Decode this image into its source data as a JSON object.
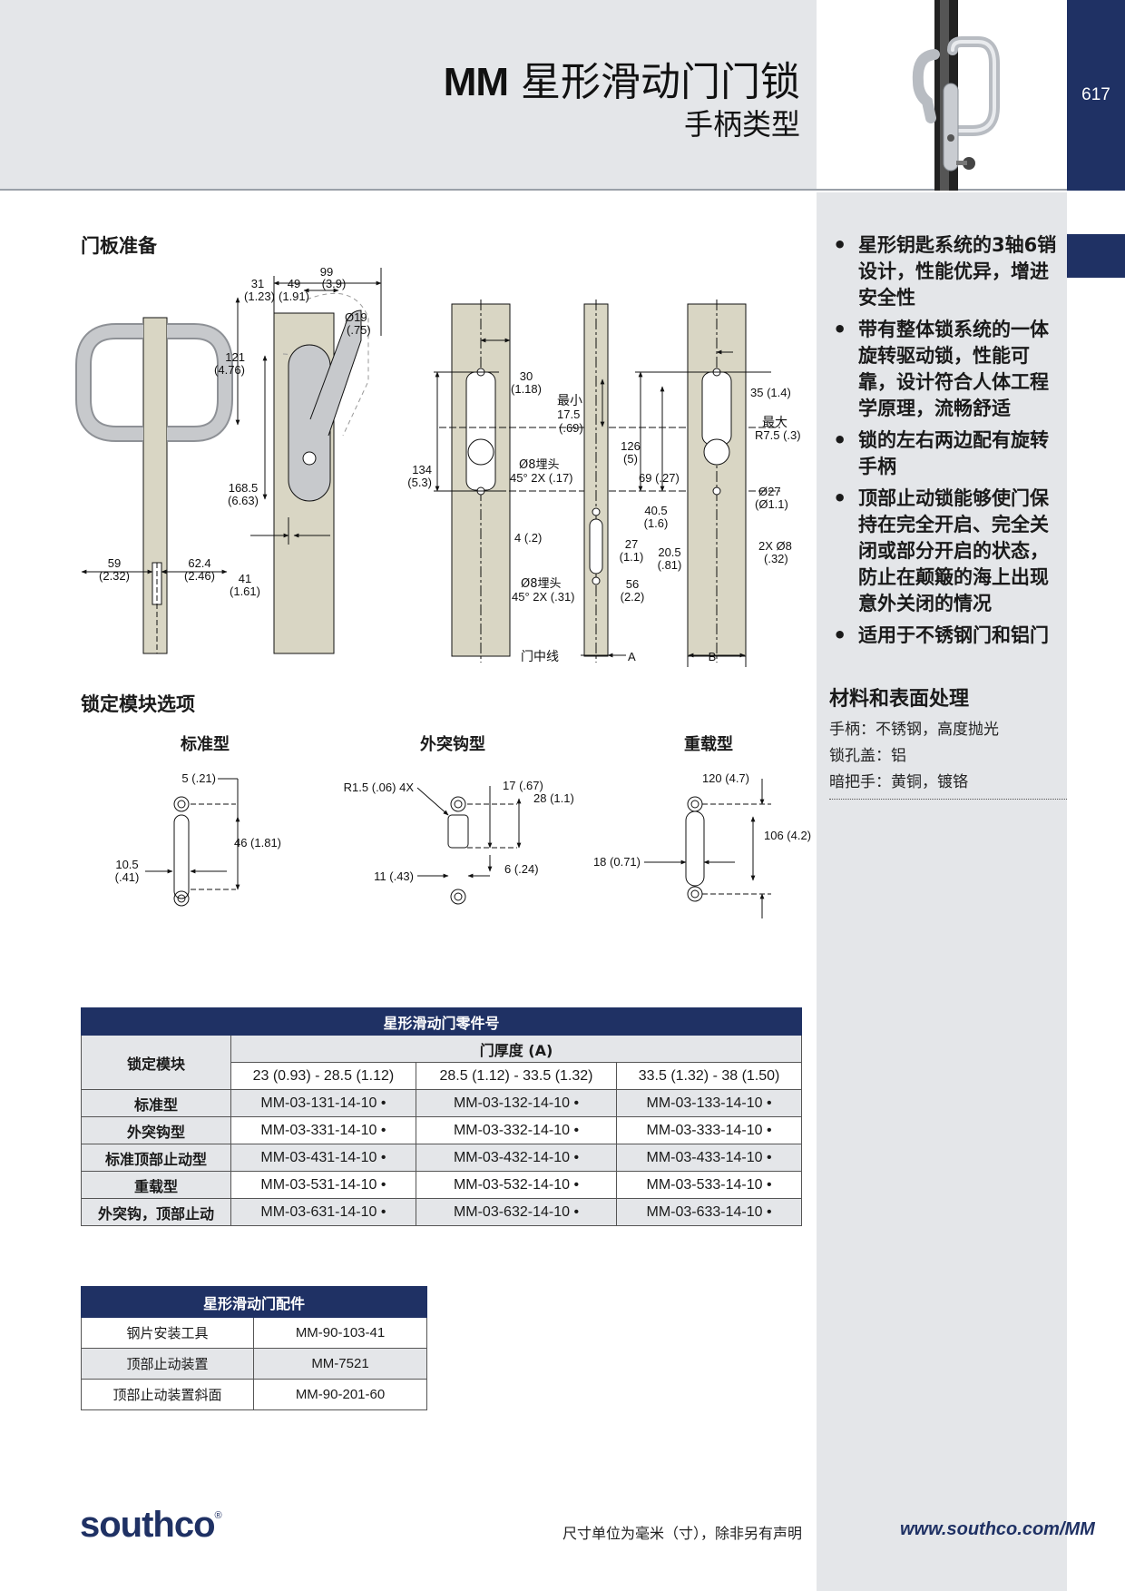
{
  "header": {
    "title_brand": "MM",
    "title_text": "星形滑动门门锁",
    "subtitle": "手柄类型",
    "page_number": "617"
  },
  "features": [
    "星形钥匙系统的3轴6销设计，性能优异，增进安全性",
    "带有整体锁系统的一体旋转驱动锁，性能可靠，设计符合人体工程学原理，流畅舒适",
    "锁的左右两边配有旋转手柄",
    "顶部止动锁能够使门保持在完全开启、完全关闭或部分开启的状态，防止在颠簸的海上出现意外关闭的情况",
    "适用于不锈钢门和铝门"
  ],
  "materials": {
    "heading": "材料和表面处理",
    "items": [
      "手柄：不锈钢，高度抛光",
      "锁孔盖：铝",
      "暗把手：黄铜，镀铬"
    ]
  },
  "sections": {
    "panel_prep": "门板准备",
    "lock_module_options": "锁定模块选项"
  },
  "panel_dims": {
    "d99": "99",
    "d99i": "(3.9)",
    "d31": "31",
    "d31i": "(1.23)",
    "d49": "49",
    "d49i": "(1.91)",
    "d19": "Ø19",
    "d19i": "(.75)",
    "d121": "121",
    "d121i": "(4.76)",
    "d168": "168.5",
    "d168i": "(6.63)",
    "d59": "59",
    "d59i": "(2.32)",
    "d624": "62.4",
    "d624i": "(2.46)",
    "d41": "41",
    "d41i": "(1.61)",
    "d30": "30",
    "d30i": "(1.18)",
    "min": "最小",
    "d175": "17.5",
    "d175i": "(.69)",
    "d134": "134",
    "d134i": "(5.3)",
    "cs1": "Ø8埋头",
    "cs1b": "45° 2X (.17)",
    "d4": "4 (.2)",
    "cs2": "Ø8埋头",
    "cs2b": "45° 2X (.31)",
    "d126": "126",
    "d126i": "(5)",
    "d69": "69 (.27)",
    "d405": "40.5",
    "d405i": "(1.6)",
    "d27": "27",
    "d27i": "(1.1)",
    "d205": "20.5",
    "d205i": "(.81)",
    "d56": "56",
    "d56i": "(2.2)",
    "d35": "35 (1.4)",
    "max": "最大",
    "r75": "R7.5 (.3)",
    "d27b": "Ø27",
    "d27bi": "(Ø1.1)",
    "d8": "2X Ø8",
    "d8i": "(.32)",
    "centerline": "门中线",
    "a": "A",
    "b": "B"
  },
  "lock_options": {
    "standard": {
      "label": "标准型",
      "d5": "5 (.21)",
      "d46": "46 (1.81)",
      "d105": "10.5",
      "d105i": "(.41)"
    },
    "hook": {
      "label": "外突钩型",
      "r15": "R1.5 (.06) 4X",
      "d17": "17 (.67)",
      "d28": "28 (1.1)",
      "d11": "11 (.43)",
      "d6": "6 (.24)"
    },
    "heavy": {
      "label": "重载型",
      "d120": "120 (4.7)",
      "d106": "106 (4.2)",
      "d18": "18 (0.71)"
    }
  },
  "parts_table": {
    "title": "星形滑动门零件号",
    "col_group": "门厚度 (A)",
    "row_header": "锁定模块",
    "ranges": [
      "23 (0.93) - 28.5 (1.12)",
      "28.5 (1.12) - 33.5 (1.32)",
      "33.5 (1.32) - 38 (1.50)"
    ],
    "rows": [
      {
        "label": "标准型",
        "cells": [
          "MM-03-131-14-10 •",
          "MM-03-132-14-10 •",
          "MM-03-133-14-10 •"
        ]
      },
      {
        "label": "外突钩型",
        "cells": [
          "MM-03-331-14-10 •",
          "MM-03-332-14-10 •",
          "MM-03-333-14-10 •"
        ]
      },
      {
        "label": "标准顶部止动型",
        "cells": [
          "MM-03-431-14-10 •",
          "MM-03-432-14-10 •",
          "MM-03-433-14-10 •"
        ]
      },
      {
        "label": "重载型",
        "cells": [
          "MM-03-531-14-10 •",
          "MM-03-532-14-10 •",
          "MM-03-533-14-10 •"
        ]
      },
      {
        "label": "外突钩，顶部止动",
        "cells": [
          "MM-03-631-14-10 •",
          "MM-03-632-14-10 •",
          "MM-03-633-14-10 •"
        ]
      }
    ]
  },
  "accessory_table": {
    "title": "星形滑动门配件",
    "rows": [
      {
        "name": "钢片安装工具",
        "code": "MM-90-103-41"
      },
      {
        "name": "顶部止动装置",
        "code": "MM-7521"
      },
      {
        "name": "顶部止动装置斜面",
        "code": "MM-90-201-60"
      }
    ]
  },
  "footer": {
    "logo": "southco",
    "logo_mark": "®",
    "note": "尺寸单位为毫米（寸），除非另有声明",
    "url": "www.southco.com/MM"
  },
  "colors": {
    "navy": "#1f3164",
    "panel_grey": "#e4e6e9",
    "door_fill": "#d9d6c4"
  }
}
